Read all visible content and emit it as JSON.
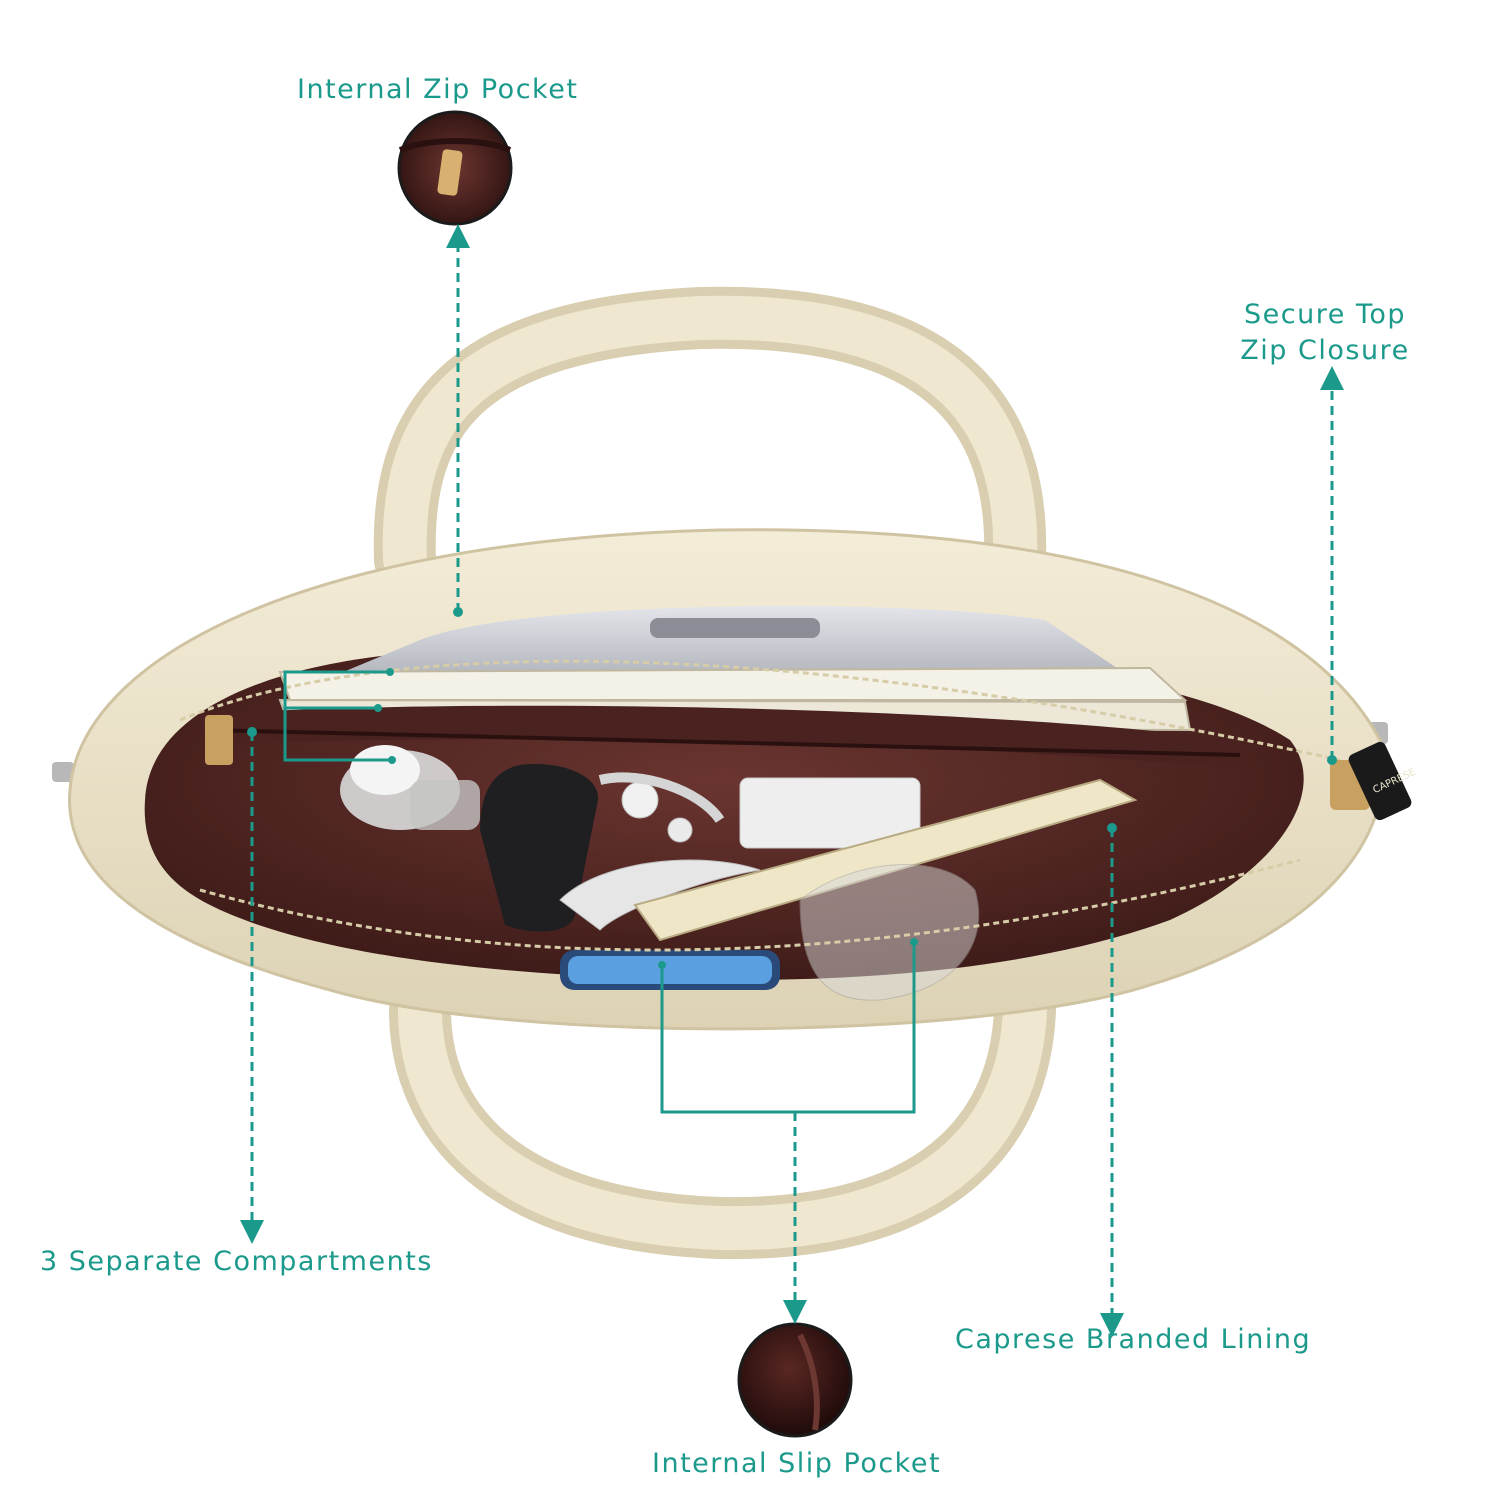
{
  "labels": {
    "internal_zip_pocket": "Internal Zip Pocket",
    "secure_top_line1": "Secure Top",
    "secure_top_line2": "Zip Closure",
    "three_compartments": "3 Separate Compartments",
    "branded_lining": "Caprese Branded Lining",
    "internal_slip_pocket": "Internal Slip Pocket"
  },
  "brand_tag": "CAPRESE",
  "colors": {
    "callout": "#1b9a8c",
    "bag_cream": "#ece4cc",
    "lining": "#5a2a26",
    "background": "#ffffff"
  }
}
